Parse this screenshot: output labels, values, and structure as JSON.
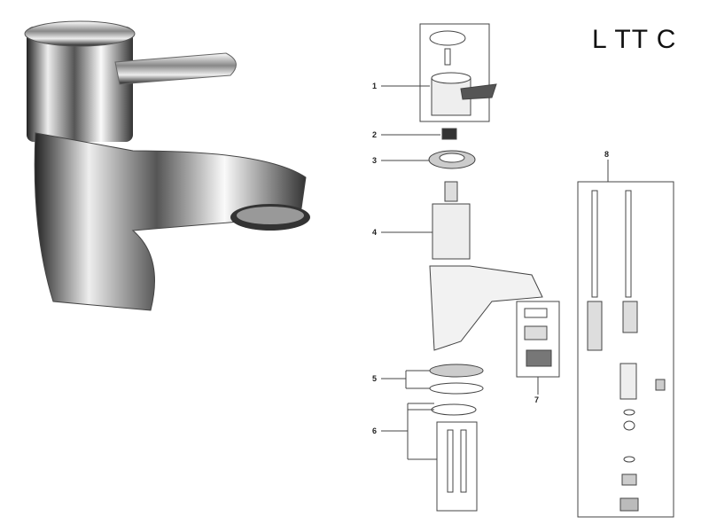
{
  "title": "L TT C",
  "callouts": [
    "1",
    "2",
    "3",
    "4",
    "5",
    "6",
    "7",
    "8"
  ]
}
